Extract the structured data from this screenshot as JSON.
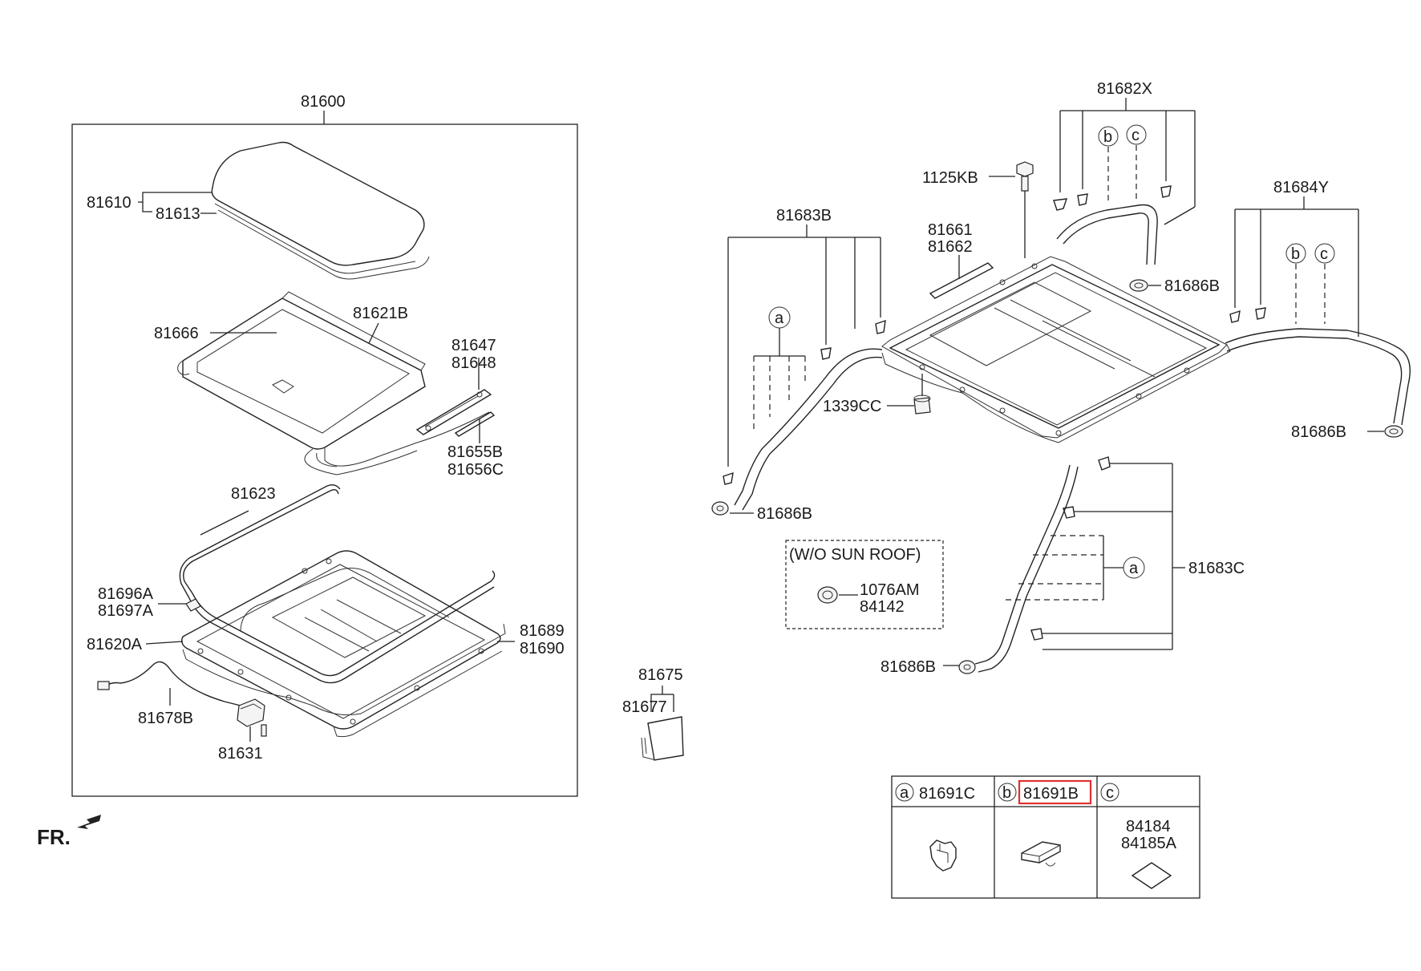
{
  "labels": {
    "p81600": "81600",
    "p81610": "81610",
    "p81613": "81613",
    "p81666": "81666",
    "p81621B": "81621B",
    "p81647": "81647",
    "p81648": "81648",
    "p81655B": "81655B",
    "p81656C": "81656C",
    "p81623": "81623",
    "p81696A": "81696A",
    "p81697A": "81697A",
    "p81620A": "81620A",
    "p81689": "81689",
    "p81690": "81690",
    "p81678B": "81678B",
    "p81631": "81631",
    "fr": "FR.",
    "p81675": "81675",
    "p81677": "81677",
    "p81682X": "81682X",
    "p1125KB": "1125KB",
    "p81683B": "81683B",
    "p81661": "81661",
    "p81662": "81662",
    "p81686B_1": "81686B",
    "p81684Y": "81684Y",
    "p1339CC": "1339CC",
    "p81686B_2": "81686B",
    "p81686B_3": "81686B",
    "p81683C": "81683C",
    "p81686B_4": "81686B",
    "wo_sunroof": "(W/O SUN ROOF)",
    "p1076AM": "1076AM",
    "p84142": "84142"
  },
  "callouts": {
    "a": "a",
    "b": "b",
    "c": "c"
  },
  "legend_table": {
    "col_a_letter": "a",
    "col_a_part": "81691C",
    "col_b_letter": "b",
    "col_b_part": "81691B",
    "col_c_letter": "c",
    "col_c_part1": "84184",
    "col_c_part2": "84185A"
  },
  "colors": {
    "line": "#222222",
    "highlight": "#e03030",
    "background": "#ffffff"
  }
}
